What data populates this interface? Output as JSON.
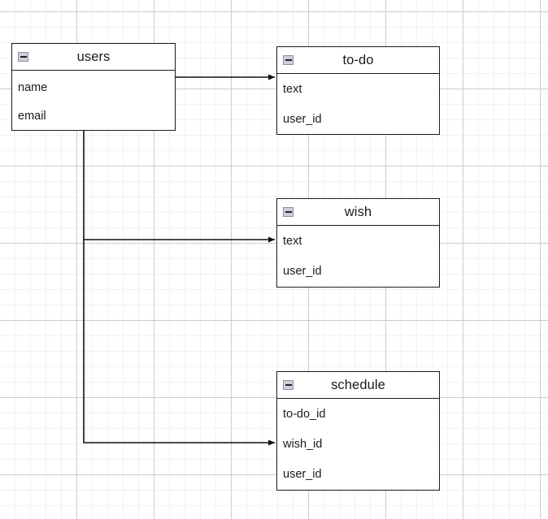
{
  "diagram": {
    "type": "entity-relationship-diagram",
    "background": {
      "grid": true,
      "minor_grid_color": "#f2f2f2",
      "major_grid_color": "#cccccc",
      "canvas_color": "#ffffff"
    },
    "stroke_color": "#1b1b1b",
    "entities": [
      {
        "id": "users",
        "title": "users",
        "collapse_icon": "minus-box-icon",
        "fields": [
          "name",
          "email"
        ]
      },
      {
        "id": "todo",
        "title": "to-do",
        "collapse_icon": "minus-box-icon",
        "fields": [
          "text",
          "user_id"
        ]
      },
      {
        "id": "wish",
        "title": "wish",
        "collapse_icon": "minus-box-icon",
        "fields": [
          "text",
          "user_id"
        ]
      },
      {
        "id": "schedule",
        "title": "schedule",
        "collapse_icon": "minus-box-icon",
        "fields": [
          "to-do_id",
          "wish_id",
          "user_id"
        ]
      }
    ],
    "relationships": [
      {
        "from": "users",
        "to": "todo",
        "arrow": "open-arrow-right"
      },
      {
        "from": "users",
        "to": "wish",
        "arrow": "open-arrow-right"
      },
      {
        "from": "users",
        "to": "schedule",
        "arrow": "open-arrow-right"
      }
    ]
  }
}
